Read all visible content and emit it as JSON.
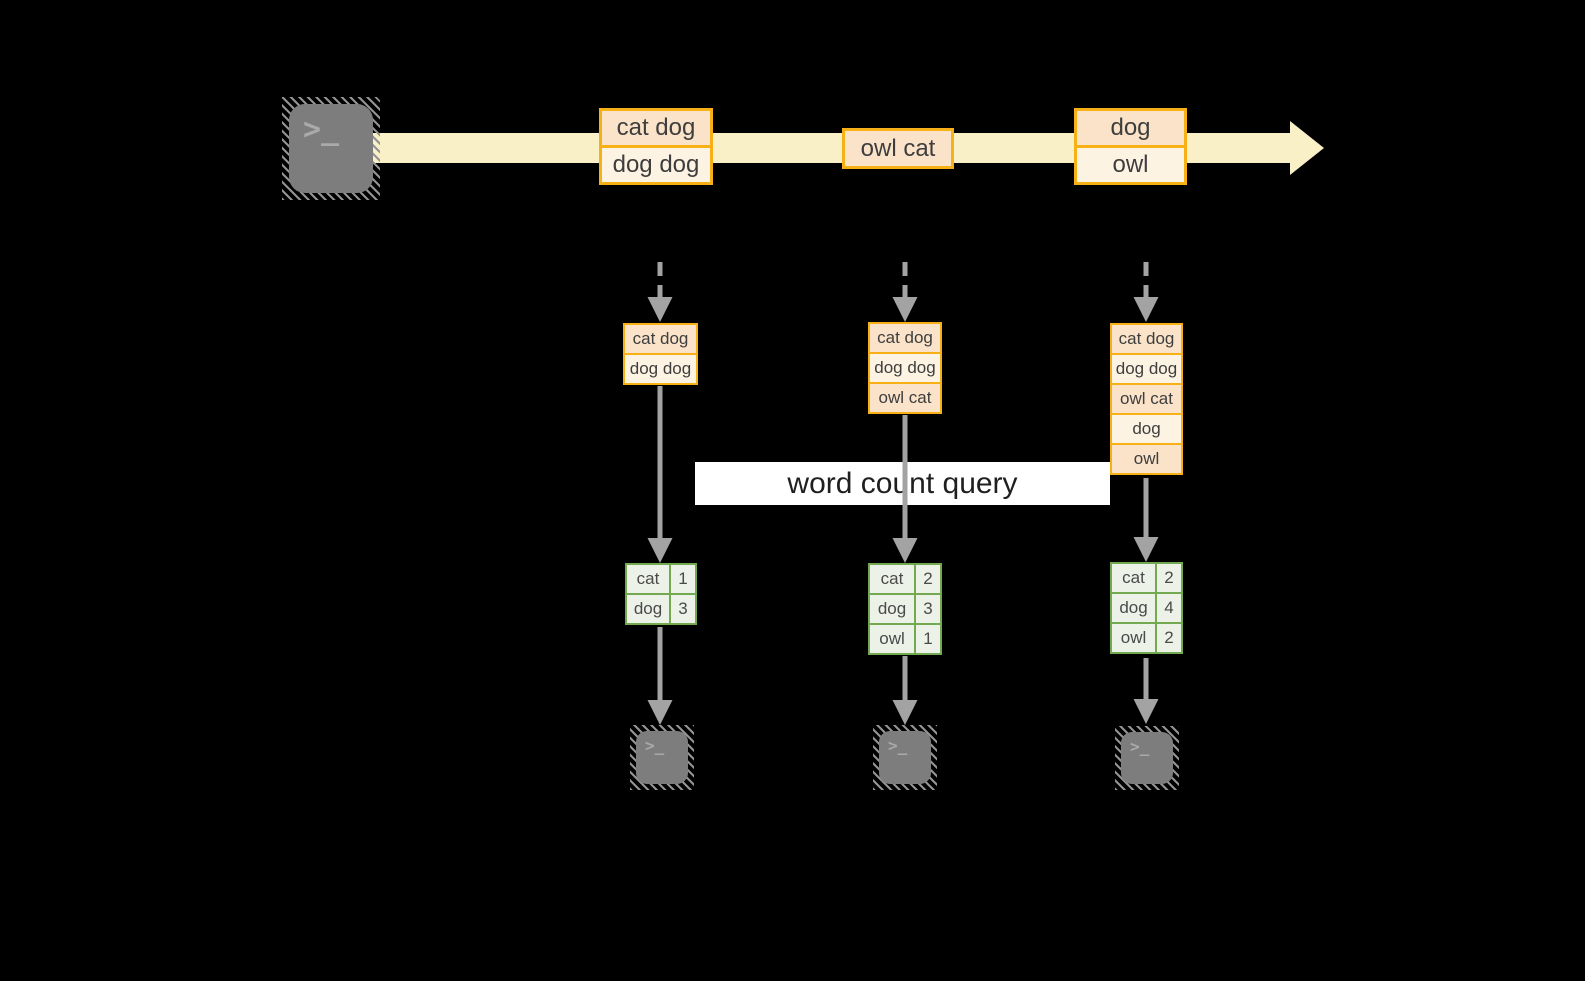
{
  "diagram": {
    "title": "word count query",
    "stream_records": [
      {
        "lines": [
          "cat dog",
          "dog dog"
        ]
      },
      {
        "lines": [
          "owl cat"
        ]
      },
      {
        "lines": [
          "dog",
          "owl"
        ]
      }
    ],
    "state_buffers": [
      {
        "lines": [
          "cat dog",
          "dog dog"
        ]
      },
      {
        "lines": [
          "cat dog",
          "dog dog",
          "owl cat"
        ]
      },
      {
        "lines": [
          "cat dog",
          "dog dog",
          "owl cat",
          "dog",
          "owl"
        ]
      }
    ],
    "count_tables": [
      {
        "rows": [
          {
            "word": "cat",
            "count": "1"
          },
          {
            "word": "dog",
            "count": "3"
          }
        ]
      },
      {
        "rows": [
          {
            "word": "cat",
            "count": "2"
          },
          {
            "word": "dog",
            "count": "3"
          },
          {
            "word": "owl",
            "count": "1"
          }
        ]
      },
      {
        "rows": [
          {
            "word": "cat",
            "count": "2"
          },
          {
            "word": "dog",
            "count": "4"
          },
          {
            "word": "owl",
            "count": "2"
          }
        ]
      }
    ],
    "icons": {
      "terminal_prompt": ">_"
    },
    "colors": {
      "record_border": "#f7b015",
      "record_fill_dark": "#fae3c8",
      "record_fill_light": "#fdf3e3",
      "stream_arrow": "#f9f0c7",
      "table_border": "#73a950",
      "table_fill": "#edf2e8",
      "flow_arrow": "#a3a3a3",
      "terminal_gray": "#7d7d7d",
      "background": "#000000"
    }
  }
}
